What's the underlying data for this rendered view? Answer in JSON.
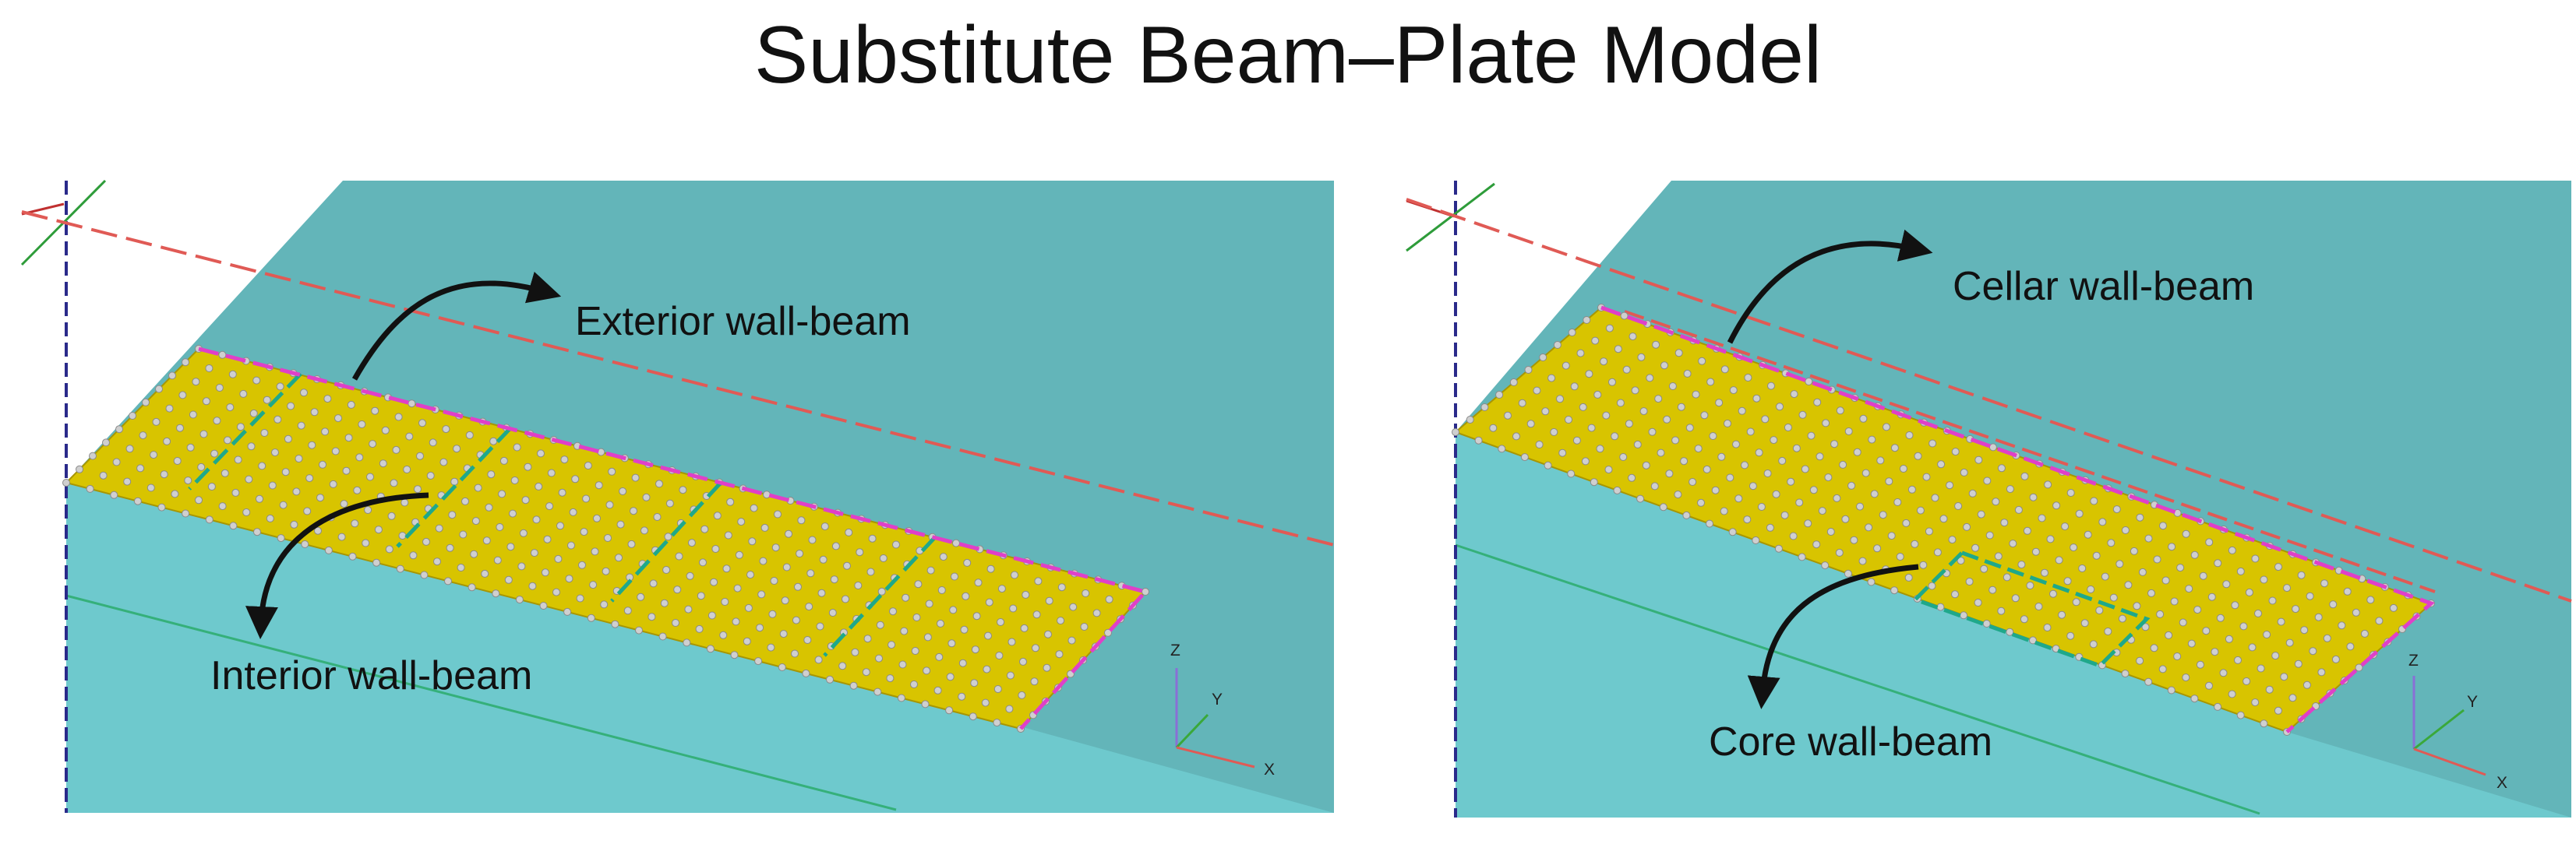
{
  "title": "Substitute Beam–Plate Model",
  "panels": [
    {
      "labels": [
        "Exterior wall-beam",
        "Interior wall-beam"
      ],
      "axes": [
        "Z",
        "Y",
        "X"
      ]
    },
    {
      "labels": [
        "Cellar wall-beam",
        "Core wall-beam"
      ],
      "axes": [
        "Z",
        "Y",
        "X"
      ]
    }
  ],
  "colors": {
    "background_upper": "#63b5b9",
    "background_lower": "#6ec9cd",
    "plate": "#d8c400",
    "boundary_magenta": "#e040c8",
    "interior_beam_green": "#1fa88a",
    "cellar_beam_red": "#e05a55"
  }
}
